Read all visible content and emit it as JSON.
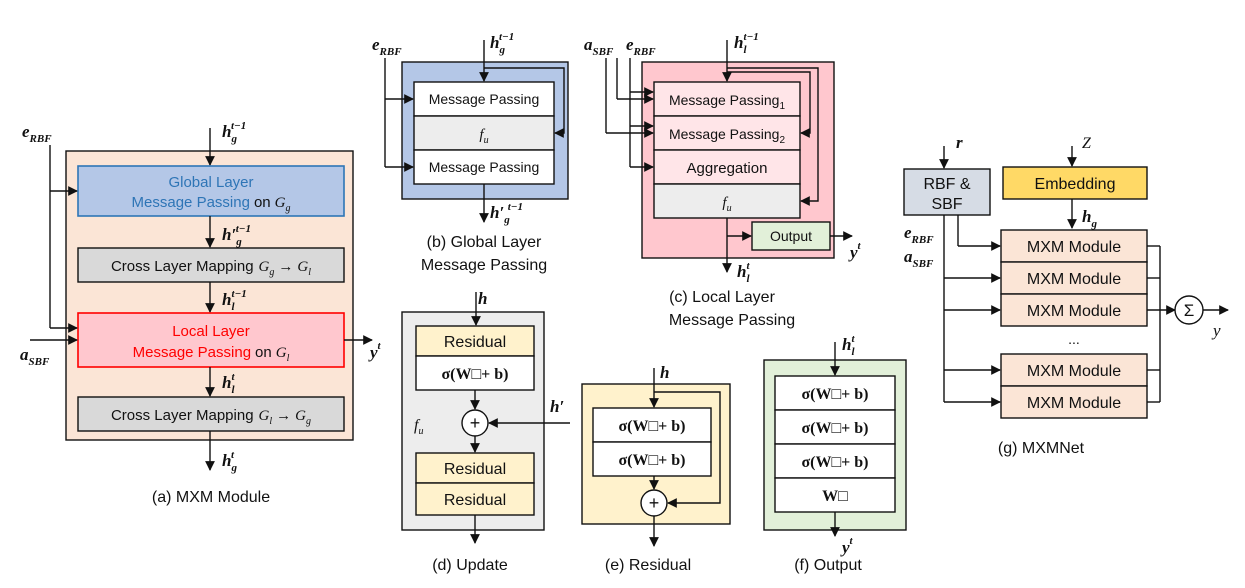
{
  "captions": {
    "a": "(a) MXM Module",
    "b1": "(b) Global Layer",
    "b2": "Message Passing",
    "c1": "(c) Local Layer",
    "c2": "Message Passing",
    "d": "(d) Update",
    "e": "(e) Residual",
    "f": "(f) Output",
    "g": "(g) MXMNet"
  },
  "panel_a": {
    "global_1": "Global Layer",
    "global_2": "Message Passing",
    "global_on": "on",
    "global_graph": "G_g",
    "cross1": "Cross Layer Mapping",
    "cross1_from": "G_g",
    "cross1_arrow": "→",
    "cross1_to": "G_l",
    "local_1": "Local Layer",
    "local_2": "Message Passing",
    "local_on": "on",
    "local_graph": "G_l",
    "cross2": "Cross Layer Mapping",
    "cross2_from": "G_l",
    "cross2_arrow": "→",
    "cross2_to": "G_g",
    "in_e": "e",
    "in_e_sub": "RBF",
    "in_a": "a",
    "in_a_sub": "SBF",
    "h_in": "h",
    "h_in_sub": "g",
    "h_in_sup": "t−1",
    "h_mid1": "h′",
    "h_mid1_sub": "g",
    "h_mid1_sup": "t−1",
    "h_mid2": "h",
    "h_mid2_sub": "l",
    "h_mid2_sup": "t−1",
    "h_mid3": "h",
    "h_mid3_sub": "l",
    "h_mid3_sup": "t",
    "h_out": "h",
    "h_out_sub": "g",
    "h_out_sup": "t",
    "y_out": "y",
    "y_out_sup": "t"
  },
  "panel_b": {
    "mp1": "Message Passing",
    "fu": "f",
    "fu_sub": "u",
    "mp2": "Message Passing",
    "in_e": "e",
    "in_e_sub": "RBF",
    "h_in": "h",
    "h_in_sub": "g",
    "h_in_sup": "t−1",
    "h_out": "h′",
    "h_out_sub": "g",
    "h_out_sup": "t−1"
  },
  "panel_c": {
    "mp1": "Message Passing",
    "mp1_sub": "1",
    "mp2": "Message Passing",
    "mp2_sub": "2",
    "agg": "Aggregation",
    "fu": "f",
    "fu_sub": "u",
    "output": "Output",
    "in_a": "a",
    "in_a_sub": "SBF",
    "in_e": "e",
    "in_e_sub": "RBF",
    "h_in": "h",
    "h_in_sub": "l",
    "h_in_sup": "t−1",
    "h_out": "h",
    "h_out_sub": "l",
    "h_out_sup": "t",
    "y_out": "y",
    "y_out_sup": "t"
  },
  "panel_d": {
    "res1": "Residual",
    "lin": "σ(W□+ b)",
    "plus": "+",
    "res2": "Residual",
    "res3": "Residual",
    "fu": "f",
    "fu_sub": "u",
    "h_in": "h",
    "h_side": "h′"
  },
  "panel_e": {
    "lin1": "σ(W□+ b)",
    "lin2": "σ(W□+ b)",
    "plus": "+",
    "h_in": "h"
  },
  "panel_f": {
    "lin1": "σ(W□+ b)",
    "lin2": "σ(W□+ b)",
    "lin3": "σ(W□+ b)",
    "lin4": "W□",
    "h_in": "h",
    "h_in_sub": "l",
    "h_in_sup": "t",
    "y_out": "y",
    "y_out_sup": "t"
  },
  "panel_g": {
    "rbf1": "RBF &",
    "rbf2": "SBF",
    "embedding": "Embedding",
    "modules": [
      "MXM Module",
      "MXM Module",
      "MXM Module",
      "MXM Module",
      "MXM Module"
    ],
    "dots": "...",
    "sum": "Σ",
    "r": "r",
    "z": "Z",
    "h_g": "h",
    "h_g_sub": "g",
    "in_e": "e",
    "in_e_sub": "RBF",
    "in_a": "a",
    "in_a_sub": "SBF",
    "y_out": "y"
  },
  "colors": {
    "global_blue": "#b4c7e7",
    "global_text": "#2e75b6",
    "local_red": "#ffc7ce",
    "local_text": "#ff0000",
    "module_bg": "#fbe5d6",
    "residual_yellow": "#fff2cc",
    "output_green": "#e2f0d9",
    "gray": "#d9d9d9",
    "embedding_gold": "#ffd966"
  }
}
